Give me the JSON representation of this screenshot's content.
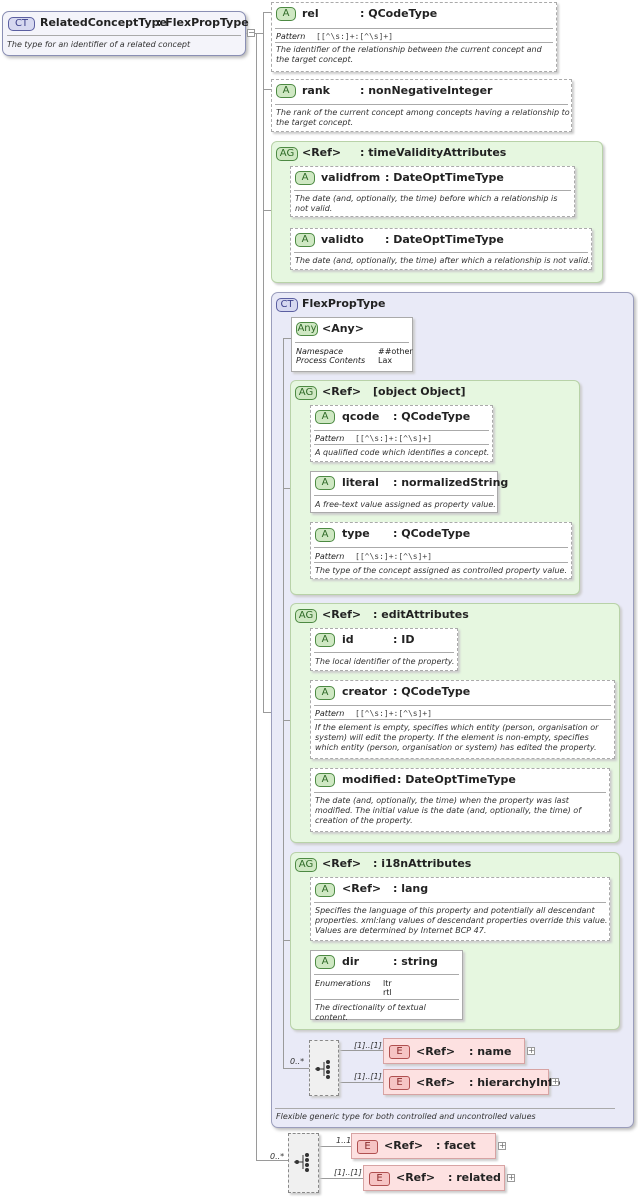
{
  "root": {
    "badge": "CT",
    "name": "RelatedConceptType",
    "type": ": FlexPropType",
    "desc": "The type for an identifier of a related concept"
  },
  "rel": {
    "badge": "A",
    "name": "rel",
    "type": ": QCodeType",
    "pattern_label": "Pattern",
    "pattern": "[[^\\s:]+:[^\\s]+]",
    "desc": "The identifier of the relationship between the current concept and the target concept."
  },
  "rank": {
    "badge": "A",
    "name": "rank",
    "type": ": nonNegativeInteger",
    "desc": "The rank of the current concept among concepts having a relationship to the target concept."
  },
  "tva": {
    "badge": "AG",
    "name": "<Ref>",
    "type": ": timeValidityAttributes",
    "validfrom": {
      "badge": "A",
      "name": "validfrom",
      "type": ": DateOptTimeType",
      "desc": "The date (and, optionally, the time) before which a relationship is not valid."
    },
    "validto": {
      "badge": "A",
      "name": "validto",
      "type": ": DateOptTimeType",
      "desc": "The date (and, optionally, the time) after which a relationship is not valid."
    }
  },
  "flexprop": {
    "badge": "CT",
    "name": "FlexPropType",
    "desc": "Flexible generic type for both controlled and uncontrolled values"
  },
  "any": {
    "badge": "Any",
    "name": "<Any>",
    "ns_label": "Namespace",
    "ns_value": "##other",
    "pc_label": "Process Contents",
    "pc_value": "Lax"
  },
  "flexattr": {
    "badge": "AG",
    "name": "<Ref>",
    "type": {
      "badge": "A",
      "name": "type",
      "type": ": QCodeType",
      "pattern_label": "Pattern",
      "pattern": "[[^\\s:]+:[^\\s]+]",
      "desc": "The type of the concept assigned as controlled property value."
    },
    "qcode": {
      "badge": "A",
      "name": "qcode",
      "type": ": QCodeType",
      "pattern_label": "Pattern",
      "pattern": "[[^\\s:]+:[^\\s]+]",
      "desc": "A qualified code which identifies a concept."
    },
    "literal": {
      "badge": "A",
      "name": "literal",
      "type": ": normalizedString",
      "desc": "A free-text value assigned as property value."
    }
  },
  "editattr": {
    "badge": "AG",
    "name": "<Ref>",
    "type": ": editAttributes",
    "id": {
      "badge": "A",
      "name": "id",
      "type": ": ID",
      "desc": "The local identifier of the property."
    },
    "creator": {
      "badge": "A",
      "name": "creator",
      "type": ": QCodeType",
      "pattern_label": "Pattern",
      "pattern": "[[^\\s:]+:[^\\s]+]",
      "desc": "If the element is empty, specifies which entity (person, organisation or system) will edit the property. If the element is non-empty, specifies which entity (person, organisation or system) has edited the property."
    },
    "modified": {
      "badge": "A",
      "name": "modified",
      "type": ": DateOptTimeType",
      "desc": "The date (and, optionally, the time) when the property was last modified. The initial value is the date (and, optionally, the time) of creation of the property."
    }
  },
  "i18n": {
    "badge": "AG",
    "name": "<Ref>",
    "type": ": i18nAttributes",
    "lang": {
      "badge": "A",
      "name": "<Ref>",
      "type": ": lang",
      "desc": "Specifies the language of this property and potentially all descendant properties. xml:lang values of descendant properties override this value. Values are determined by Internet BCP 47."
    },
    "dir": {
      "badge": "A",
      "name": "dir",
      "type": ": string",
      "enum_label": "Enumerations",
      "enum_values": [
        "ltr",
        "rtl"
      ],
      "desc": "The directionality of textual content."
    }
  },
  "inner_seq": {
    "card": "0..*",
    "name": {
      "badge": "E",
      "name": "<Ref>",
      "type": ": name",
      "card": "[1]..[1]"
    },
    "hierarchyInfo": {
      "badge": "E",
      "name": "<Ref>",
      "type": ": hierarchyInfo",
      "card": "[1]..[1]"
    }
  },
  "outer_seq": {
    "card": "0..*",
    "facet": {
      "badge": "E",
      "name": "<Ref>",
      "type": ": facet",
      "card": "1..1"
    },
    "related": {
      "badge": "E",
      "name": "<Ref>",
      "type": ": related",
      "card": "[1]..[1]"
    }
  }
}
